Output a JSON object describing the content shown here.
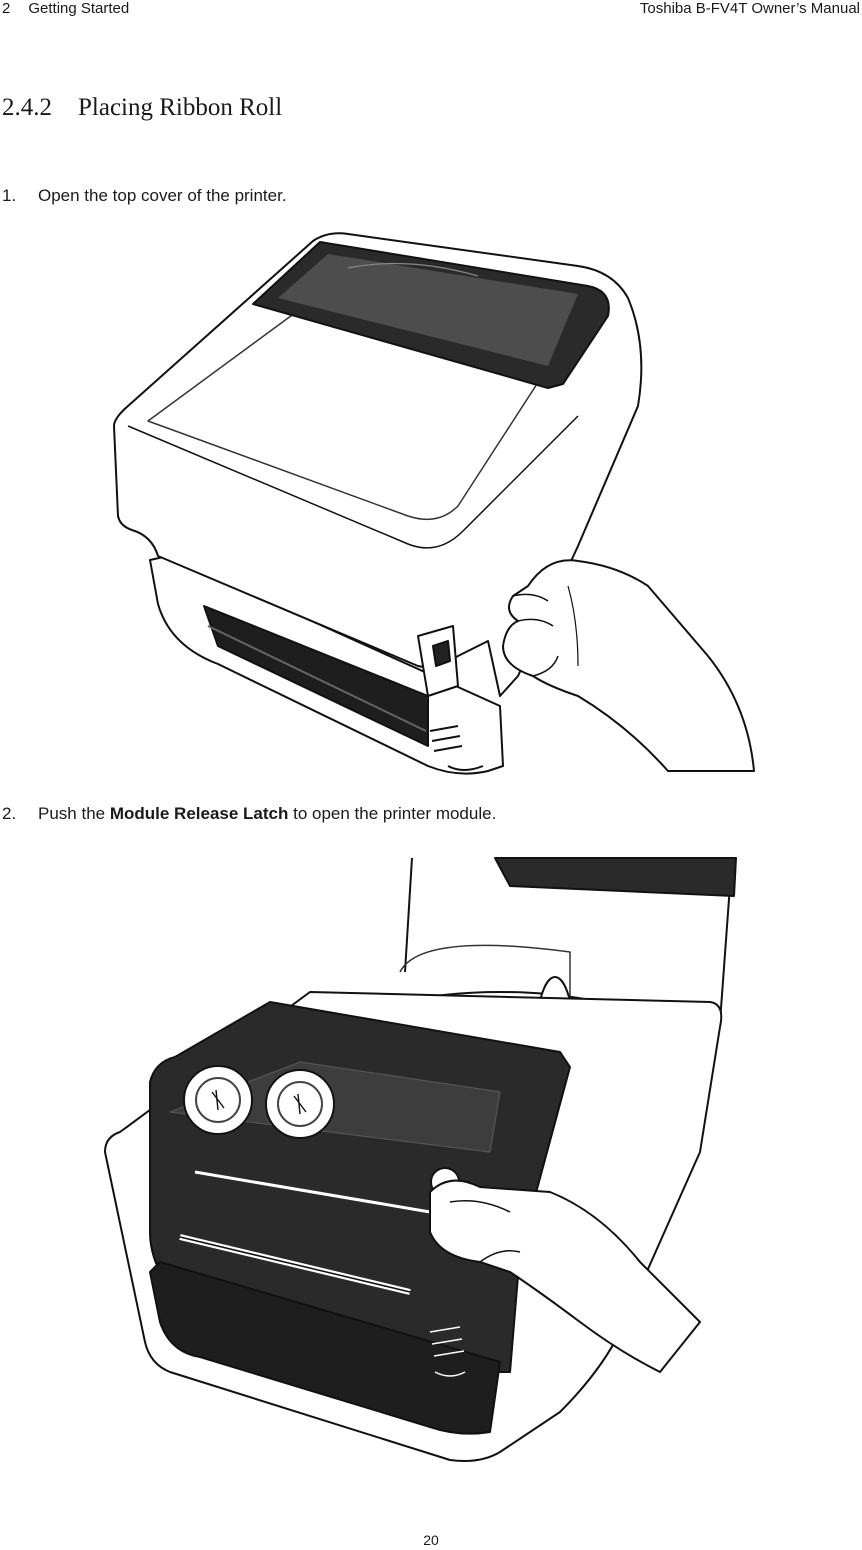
{
  "header": {
    "chapter_number": "2",
    "chapter_title": "Getting Started",
    "manual_title": "Toshiba B-FV4T Owner’s Manual"
  },
  "section": {
    "number": "2.4.2",
    "title": "Placing Ribbon Roll"
  },
  "steps": [
    {
      "number": "1.",
      "text": "Open the top cover of the printer."
    },
    {
      "number": "2.",
      "text_before": "Push the ",
      "text_bold": "Module Release Latch",
      "text_after": " to open the printer module."
    }
  ],
  "footer": {
    "page_number": "20"
  }
}
